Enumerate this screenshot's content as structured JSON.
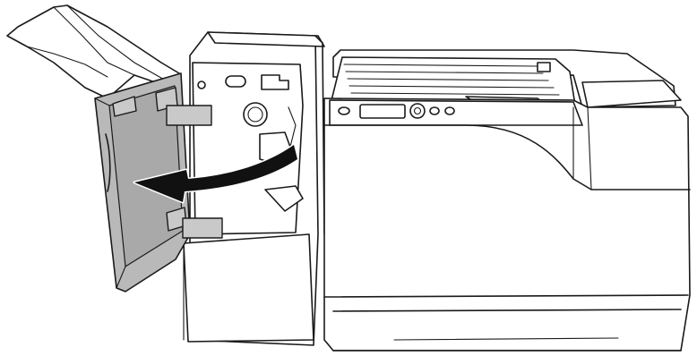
{
  "diagram": {
    "subject": "printer-with-finisher",
    "action": "open-finisher-front-cover",
    "arrow_direction": "left",
    "colors": {
      "line": "#1a1a1a",
      "door_fill": "#b9b9b9",
      "latch_fill": "#c9c9c9",
      "arrow_fill": "#111111",
      "background": "#ffffff"
    }
  }
}
